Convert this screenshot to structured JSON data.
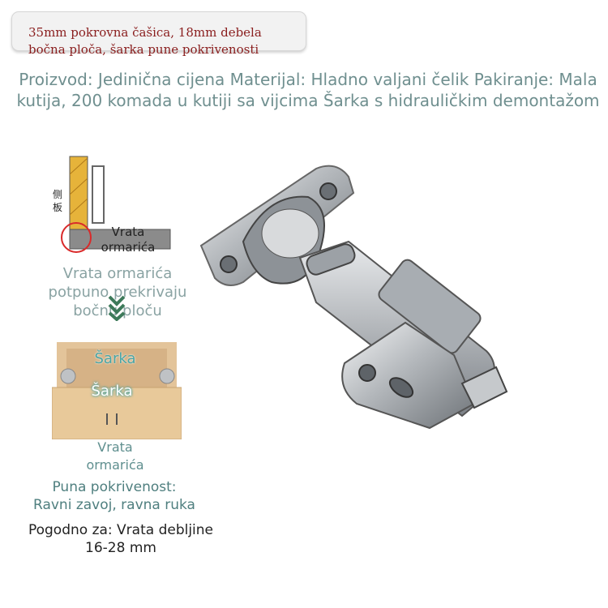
{
  "badge": {
    "line1": "35mm pokrovna čašica, 18mm debela",
    "line2": "bočna ploča, šarka pune pokrivenosti"
  },
  "description": "Proizvod: Jedinična cijena Materijal: Hladno valjani čelik Pakiranje: Mala kutija, 200 komada u kutiji sa vijcima Šarka s hidrauličkim demontažom",
  "diagram": {
    "side_panel_label": "侧板",
    "door_label_line1": "Vrata",
    "door_label_line2": "ormarića",
    "caption_line1": "Vrata ormarića",
    "caption_line2": "potpuno prekrivaju",
    "caption_line3": "bočnu ploču",
    "hinge_label_top": "Šarka",
    "hinge_label_mid": "Šarka",
    "box_door_line1": "Vrata",
    "box_door_line2": "ormarića"
  },
  "overlay": {
    "title": "Puna pokrivenost:",
    "subtitle": "Ravni zavoj, ravna ruka",
    "fit_line1": "Pogodno za: Vrata debljine",
    "fit_line2": "16-28 mm"
  },
  "colors": {
    "badge_text": "#8a1e1e",
    "accent_teal": "#6f8f8f",
    "wood": "#e8c99a",
    "panel_yellow": "#e6b33a",
    "steel": "#b9bcc0"
  }
}
